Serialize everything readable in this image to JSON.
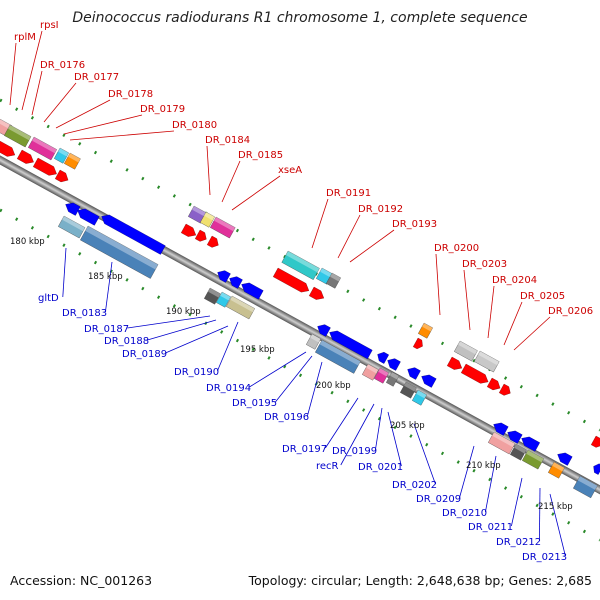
{
  "title": "Deinococcus radiodurans R1 chromosome 1, complete sequence",
  "footer": {
    "accession": "Accession: NC_001263",
    "topology": "Topology: circular; Length: 2,648,638 bp; Genes: 2,685"
  },
  "ticks": [
    "180 kbp",
    "185 kbp",
    "190 kbp",
    "195 kbp",
    "200 kbp",
    "205 kbp",
    "210 kbp",
    "215 kbp"
  ],
  "forward_genes": [
    "rplM",
    "rpsI",
    "DR_0176",
    "DR_0177",
    "DR_0178",
    "DR_0179",
    "DR_0180",
    "DR_0184",
    "DR_0185",
    "xseA",
    "DR_0191",
    "DR_0192",
    "DR_0193",
    "DR_0200",
    "DR_0203",
    "DR_0204",
    "DR_0205",
    "DR_0206"
  ],
  "reverse_genes": [
    "gltD",
    "DR_0183",
    "DR_0187",
    "DR_0188",
    "DR_0189",
    "DR_0190",
    "DR_0194",
    "DR_0195",
    "DR_0196",
    "DR_0197",
    "recR",
    "DR_0199",
    "DR_0201",
    "DR_0202",
    "DR_0209",
    "DR_0210",
    "DR_0211",
    "DR_0212",
    "DR_0213"
  ],
  "colors": {
    "forward_label": "#cc0000",
    "reverse_label": "#0000cc",
    "forward_cds": "#ff0000",
    "reverse_cds": "#0000ff",
    "backbone": "#888888",
    "tick_dots": "#2a8a2a"
  }
}
